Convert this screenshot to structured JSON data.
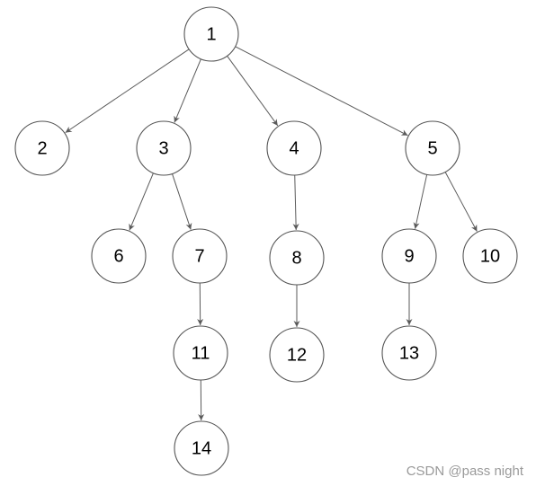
{
  "tree": {
    "nodes": [
      {
        "id": "1",
        "label": "1"
      },
      {
        "id": "2",
        "label": "2"
      },
      {
        "id": "3",
        "label": "3"
      },
      {
        "id": "4",
        "label": "4"
      },
      {
        "id": "5",
        "label": "5"
      },
      {
        "id": "6",
        "label": "6"
      },
      {
        "id": "7",
        "label": "7"
      },
      {
        "id": "8",
        "label": "8"
      },
      {
        "id": "9",
        "label": "9"
      },
      {
        "id": "10",
        "label": "10"
      },
      {
        "id": "11",
        "label": "11"
      },
      {
        "id": "12",
        "label": "12"
      },
      {
        "id": "13",
        "label": "13"
      },
      {
        "id": "14",
        "label": "14"
      }
    ],
    "edges": [
      [
        "1",
        "2"
      ],
      [
        "1",
        "3"
      ],
      [
        "1",
        "4"
      ],
      [
        "1",
        "5"
      ],
      [
        "3",
        "6"
      ],
      [
        "3",
        "7"
      ],
      [
        "4",
        "8"
      ],
      [
        "5",
        "9"
      ],
      [
        "5",
        "10"
      ],
      [
        "7",
        "11"
      ],
      [
        "8",
        "12"
      ],
      [
        "9",
        "13"
      ],
      [
        "11",
        "14"
      ]
    ]
  },
  "watermark": {
    "text": "CSDN @pass night"
  }
}
